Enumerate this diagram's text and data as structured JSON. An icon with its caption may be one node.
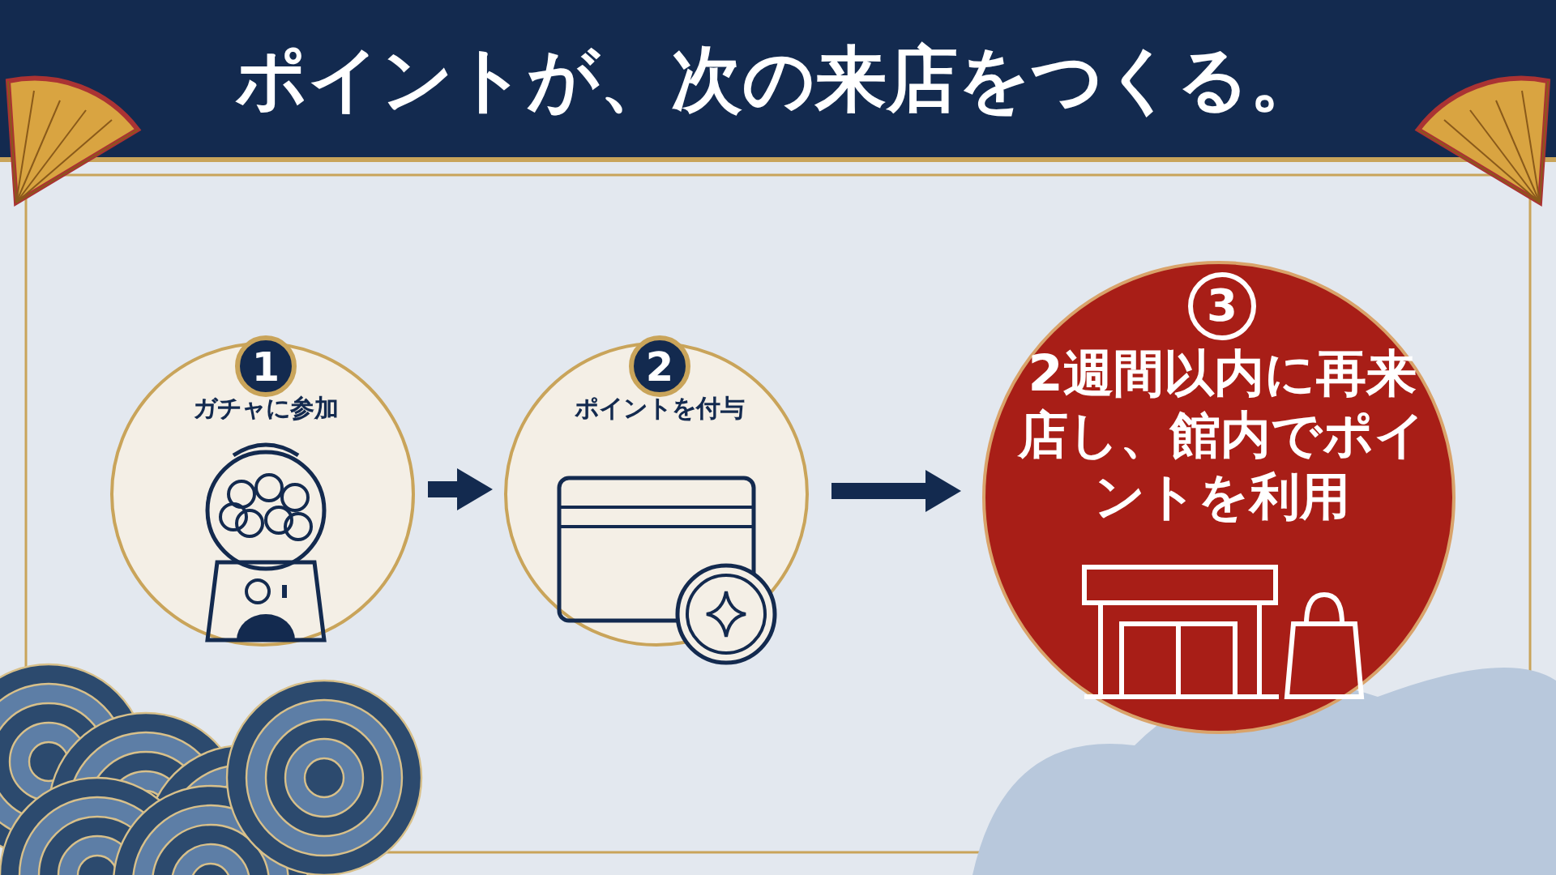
{
  "diagram": {
    "title": "ポイントが、次の来店をつくる。",
    "nodes": [
      {
        "text": [
          "1",
          "ガチャに参加"
        ]
      },
      {
        "text": [
          "2",
          "ポイントを付与"
        ]
      },
      {
        "text": [
          "3",
          "2週間以内に再来店し、館内でポイントを利用"
        ]
      }
    ],
    "edges": [
      {
        "from": 0,
        "to": 1,
        "arrow": "to"
      },
      {
        "from": 1,
        "to": 2,
        "arrow": "to"
      }
    ]
  }
}
